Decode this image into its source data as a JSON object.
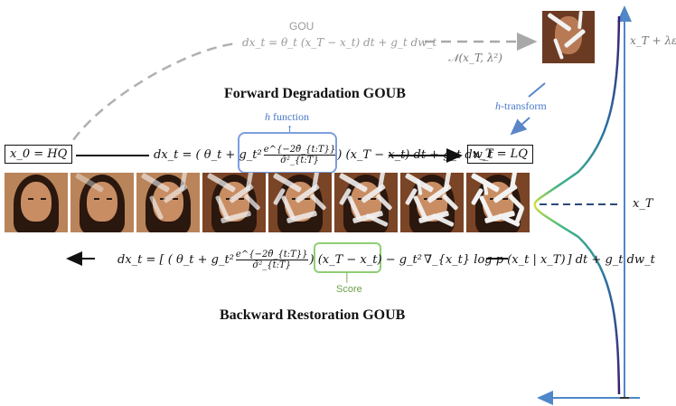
{
  "gou": {
    "label": "GOU",
    "equation": "dx_t = θ_t (x_T − x_t) dt + g_t dw_t"
  },
  "forward": {
    "title": "Forward Degradation GOUB",
    "h_function_label": "function",
    "h_function_prefix": "h",
    "equation_pre": "dx_t = ( θ_t + g_t² ",
    "equation_frac_num": "e^{−2θ̄_{t:T}}",
    "equation_frac_den": "σ̄²_{t:T}",
    "equation_post": " ) (x_T − x_t) dt + g_t dw_t",
    "x0_label": "x_0 = HQ",
    "xT_label": "x_T = LQ"
  },
  "backward": {
    "title": "Backward Restoration GOUB",
    "equation_pre": "dx_t = [ ( θ_t + g_t² ",
    "equation_frac_num": "e^{−2θ̄_{t:T}}",
    "equation_frac_den": "σ̄²_{t:T}",
    "equation_mid": " ) (x_T − x_t) − g_t² ",
    "score_term": "∇_{x_t} log p (x_t | x_T)",
    "equation_post": " ] dt + g_t dw_t",
    "score_label": "Score"
  },
  "right": {
    "h_transform_prefix": "h",
    "h_transform_label": "-transform",
    "normal_label": "𝒩(x_T, λ²)",
    "xT_lambda_label": "x_T + λε",
    "xT_label": "x_T"
  },
  "thumbnails": {
    "count": 8,
    "degradation_levels": [
      0,
      0.05,
      0.35,
      0.55,
      0.7,
      0.82,
      0.9,
      1.0
    ]
  },
  "colors": {
    "blue": "#4a78c8",
    "green": "#6a9f4a",
    "gray": "#9a9a9a"
  }
}
